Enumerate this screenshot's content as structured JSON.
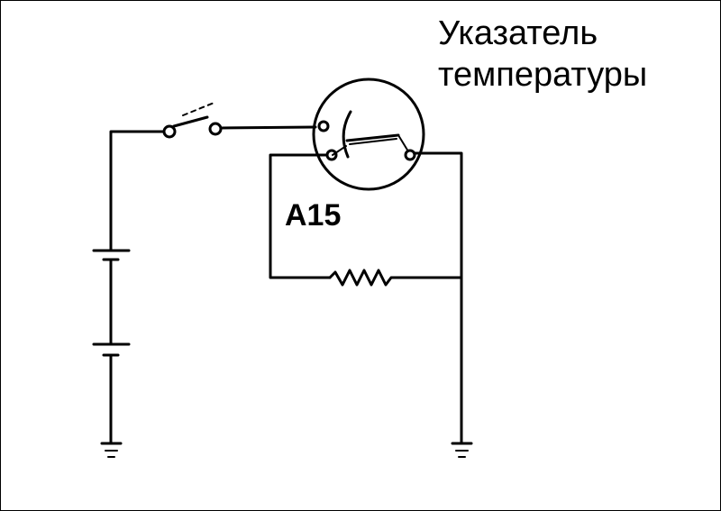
{
  "gauge": {
    "title_line1": "Указатель",
    "title_line2": "температуры"
  },
  "component": {
    "label": "A15"
  }
}
